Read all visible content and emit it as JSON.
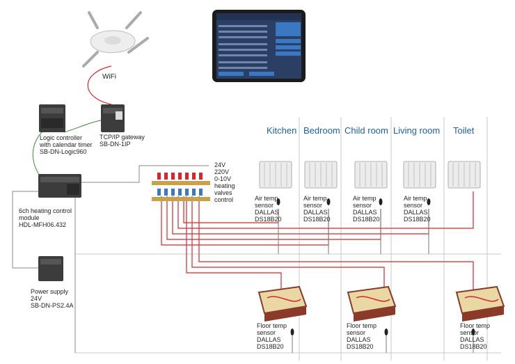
{
  "wifi": {
    "label": "WiFi"
  },
  "devices": {
    "logic": {
      "label": "Logic controller\nwith calendar timer\nSB-DN-Logic960"
    },
    "gateway": {
      "label": "TCP/IP gateway\nSB-DN-1IP"
    },
    "heating_module": {
      "label": "6ch heating control\nmodule\nHDL-MFH06.432"
    },
    "power": {
      "label": "Power supply\n24V\nSB-DN-PS2.4A"
    }
  },
  "valves": {
    "label": "24V\n220V\n0-10V\nheating\nvalves\ncontrol"
  },
  "rooms": [
    "Kitchen",
    "Bedroom",
    "Child room",
    "Living room",
    "Toilet"
  ],
  "air_sensor": {
    "label": "Air temp\nsensor\nDALLAS\nDS18B20"
  },
  "floor_sensor": {
    "label": "Floor temp\nsensor\nDALLAS\nDS18B20"
  },
  "colors": {
    "wire_red": "#d9262b",
    "wire_green": "#3a8a3a",
    "wire_gray": "#8a8a8a",
    "room_text": "#1e5fa8"
  },
  "icons": {
    "wifi": "access-point-icon",
    "tablet": "tablet-app-icon",
    "radiator": "radiator-icon",
    "floor": "floor-heating-icon",
    "sensor": "temperature-probe-icon"
  }
}
